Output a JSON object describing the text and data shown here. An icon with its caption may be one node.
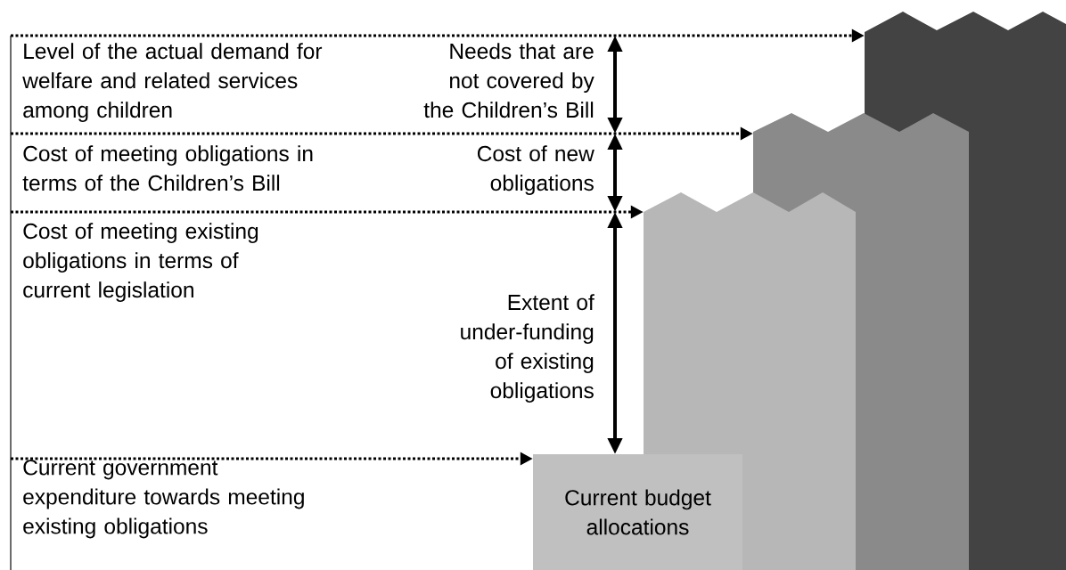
{
  "diagram": {
    "nodes": [
      {
        "text": [
          "Level of the actual demand for welfare and related services among children"
        ]
      },
      {
        "text": [
          "Cost of meeting obligations in terms of the Children’s Bill"
        ]
      },
      {
        "text": [
          "Cost of meeting existing obligations in terms of current legislation"
        ]
      },
      {
        "text": [
          "Current government expenditure towards meeting existing obligations"
        ]
      },
      {
        "text": [],
        "shape": "bar"
      },
      {
        "text": [],
        "shape": "bar"
      },
      {
        "text": [],
        "shape": "bar"
      },
      {
        "text": [
          "Current budget allocations"
        ]
      }
    ],
    "edges": [
      {
        "from": 0,
        "to": 4,
        "arrow": "to",
        "style": "dashed"
      },
      {
        "from": 1,
        "to": 5,
        "arrow": "to",
        "style": "dashed"
      },
      {
        "from": 2,
        "to": 6,
        "arrow": "to",
        "style": "dashed"
      },
      {
        "from": 3,
        "to": 7,
        "arrow": "to",
        "style": "dashed"
      }
    ],
    "labels": [
      "Needs that are not covered by the Children’s Bill",
      "Cost of new obligations",
      "Extent of under-funding of existing obligations"
    ]
  }
}
